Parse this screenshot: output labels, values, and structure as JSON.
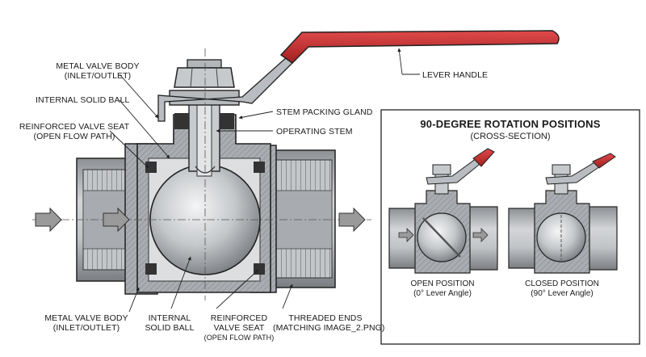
{
  "labels": {
    "lever_handle": "LEVER HANDLE",
    "body_top_l1": "METAL VALVE BODY",
    "body_top_l2": "(INLET/OUTLET)",
    "ball_top": "INTERNAL SOLID BALL",
    "seat_top_l1": "REINFORCED VALVE SEAT",
    "seat_top_l2": "(OPEN FLOW PATH)",
    "packing": "STEM PACKING GLAND",
    "stem": "OPERATING STEM",
    "body_bottom_l1": "METAL VALVE BODY",
    "body_bottom_l2": "(INLET/OUTLET)",
    "ball_bottom_l1": "INTERNAL",
    "ball_bottom_l2": "SOLID BALL",
    "seat_bottom_l1": "REINFORCED",
    "seat_bottom_l2": "VALVE SEAT",
    "seat_bottom_l3": "(OPEN FLOW PATH)",
    "threads_l1": "THREADED ENDS",
    "threads_l2": "(MATCHING IMAGE_2.PNG)"
  },
  "inset": {
    "title": "90-DEGREE ROTATION POSITIONS",
    "subtitle": "(CROSS-SECTION)",
    "open_l1": "OPEN POSITION",
    "open_l2": "(0° Lever Angle)",
    "closed_l1": "CLOSED POSITION",
    "closed_l2": "(90° Lever Angle)"
  },
  "colors": {
    "handle_red": "#c62828",
    "metal": "#b9bcc0",
    "metal_dark": "#6d7074",
    "section_fill": "#a7aaae",
    "outline": "#222222",
    "arrow_fill": "#9a9a9a"
  }
}
